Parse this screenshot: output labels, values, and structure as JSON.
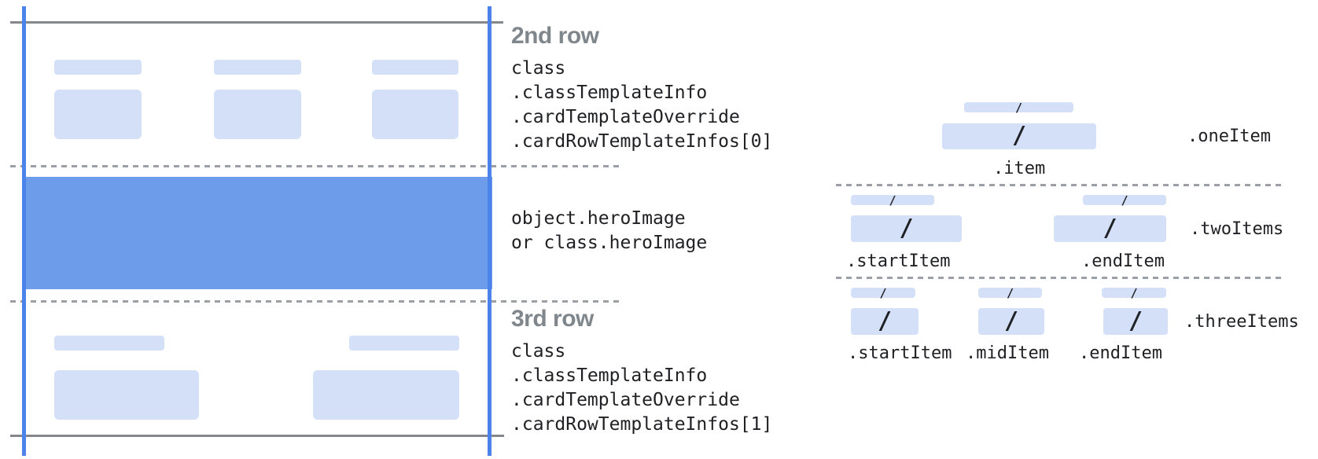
{
  "colors": {
    "placeholder_blue": "#d3e0f8",
    "hero_blue": "#6d9ceb",
    "guide_blue": "#4b83eb",
    "line_gray": "#84888d",
    "dash_gray": "#9aa0a6",
    "heading_gray": "#7f868c",
    "text_dark": "#202124"
  },
  "glyphs": {
    "slash": "/"
  },
  "card": {
    "row2": {
      "heading": "2nd row",
      "lines": [
        "class",
        ".classTemplateInfo",
        ".cardTemplateOverride",
        ".cardRowTemplateInfos[0]"
      ]
    },
    "hero": {
      "lines": [
        "object.heroImage",
        "or class.heroImage"
      ]
    },
    "row3": {
      "heading": "3rd row",
      "lines": [
        "class",
        ".classTemplateInfo",
        ".cardTemplateOverride",
        ".cardRowTemplateInfos[1]"
      ]
    }
  },
  "items": {
    "one": {
      "label": ".oneItem",
      "sublabels": [
        ".item"
      ]
    },
    "two": {
      "label": ".twoItems",
      "sublabels": [
        ".startItem",
        ".endItem"
      ]
    },
    "three": {
      "label": ".threeItems",
      "sublabels": [
        ".startItem",
        ".midItem",
        ".endItem"
      ]
    }
  }
}
